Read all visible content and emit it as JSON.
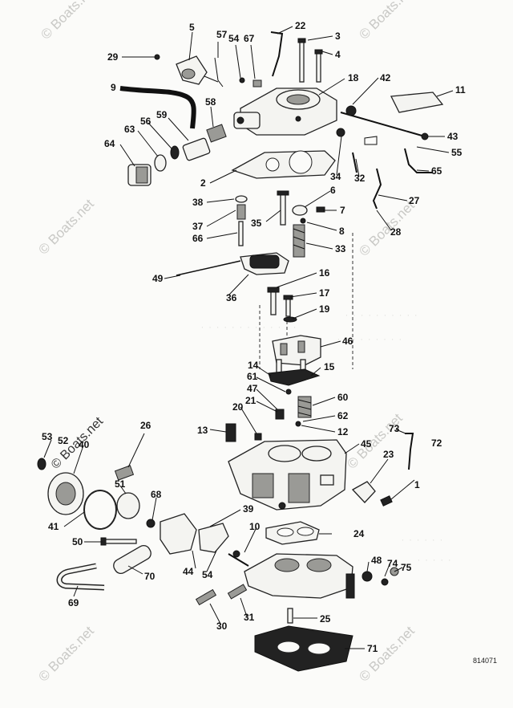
{
  "figure_number": "814071",
  "watermark": "© Boats.net",
  "parts": [
    {
      "label": "1"
    },
    {
      "label": "2"
    },
    {
      "label": "3"
    },
    {
      "label": "4"
    },
    {
      "label": "5"
    },
    {
      "label": "6"
    },
    {
      "label": "7"
    },
    {
      "label": "8"
    },
    {
      "label": "9"
    },
    {
      "label": "10"
    },
    {
      "label": "11"
    },
    {
      "label": "12"
    },
    {
      "label": "13"
    },
    {
      "label": "14"
    },
    {
      "label": "15"
    },
    {
      "label": "16"
    },
    {
      "label": "17"
    },
    {
      "label": "18"
    },
    {
      "label": "19"
    },
    {
      "label": "20"
    },
    {
      "label": "21"
    },
    {
      "label": "22"
    },
    {
      "label": "23"
    },
    {
      "label": "24"
    },
    {
      "label": "25"
    },
    {
      "label": "26"
    },
    {
      "label": "27"
    },
    {
      "label": "28"
    },
    {
      "label": "29"
    },
    {
      "label": "30"
    },
    {
      "label": "31"
    },
    {
      "label": "32"
    },
    {
      "label": "33"
    },
    {
      "label": "34"
    },
    {
      "label": "35"
    },
    {
      "label": "36"
    },
    {
      "label": "37"
    },
    {
      "label": "38"
    },
    {
      "label": "39"
    },
    {
      "label": "40"
    },
    {
      "label": "41"
    },
    {
      "label": "42"
    },
    {
      "label": "43"
    },
    {
      "label": "44"
    },
    {
      "label": "45"
    },
    {
      "label": "46"
    },
    {
      "label": "47"
    },
    {
      "label": "48"
    },
    {
      "label": "49"
    },
    {
      "label": "50"
    },
    {
      "label": "51"
    },
    {
      "label": "52"
    },
    {
      "label": "53"
    },
    {
      "label": "54"
    },
    {
      "label": "54"
    },
    {
      "label": "55"
    },
    {
      "label": "56"
    },
    {
      "label": "57"
    },
    {
      "label": "58"
    },
    {
      "label": "59"
    },
    {
      "label": "60"
    },
    {
      "label": "61"
    },
    {
      "label": "62"
    },
    {
      "label": "63"
    },
    {
      "label": "64"
    },
    {
      "label": "65"
    },
    {
      "label": "66"
    },
    {
      "label": "67"
    },
    {
      "label": "68"
    },
    {
      "label": "69"
    },
    {
      "label": "70"
    },
    {
      "label": "71"
    },
    {
      "label": "72"
    },
    {
      "label": "73"
    },
    {
      "label": "74"
    },
    {
      "label": "75"
    }
  ],
  "colors": {
    "ink": "#111111",
    "paper": "#fbfbf9",
    "watermark": "#c9c9c6"
  }
}
